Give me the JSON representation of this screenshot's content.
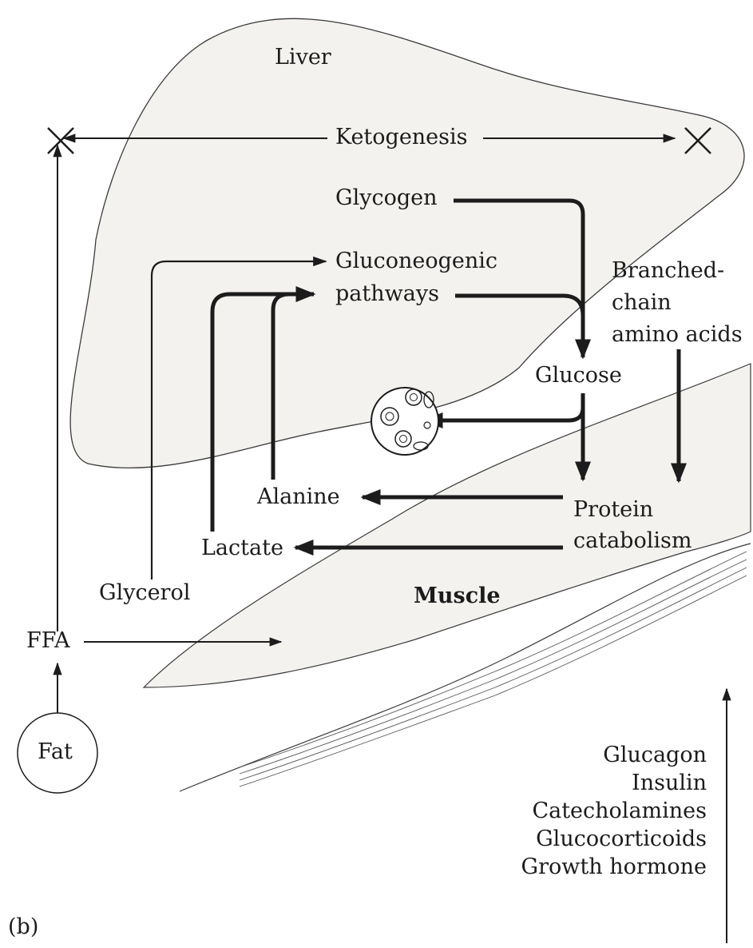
{
  "panel_label": "(b)",
  "organs": {
    "liver": "Liver",
    "muscle": "Muscle",
    "fat": "Fat"
  },
  "processes": {
    "ketogenesis": "Ketogenesis",
    "glycogen": "Glycogen",
    "gluconeogenic_1": "Gluconeogenic",
    "gluconeogenic_2": "pathways",
    "branched_1": "Branched-",
    "branched_2": "chain",
    "branched_3": "amino acids",
    "glucose": "Glucose",
    "alanine": "Alanine",
    "protein_1": "Protein",
    "protein_2": "catabolism",
    "lactate": "Lactate",
    "glycerol": "Glycerol",
    "ffa": "FFA"
  },
  "hormones": [
    "Glucagon",
    "Insulin",
    "Catecholamines",
    "Glucocorticoids",
    "Growth hormone"
  ],
  "colors": {
    "ink": "#1c1c1c",
    "fill": "#f4f2ef"
  }
}
